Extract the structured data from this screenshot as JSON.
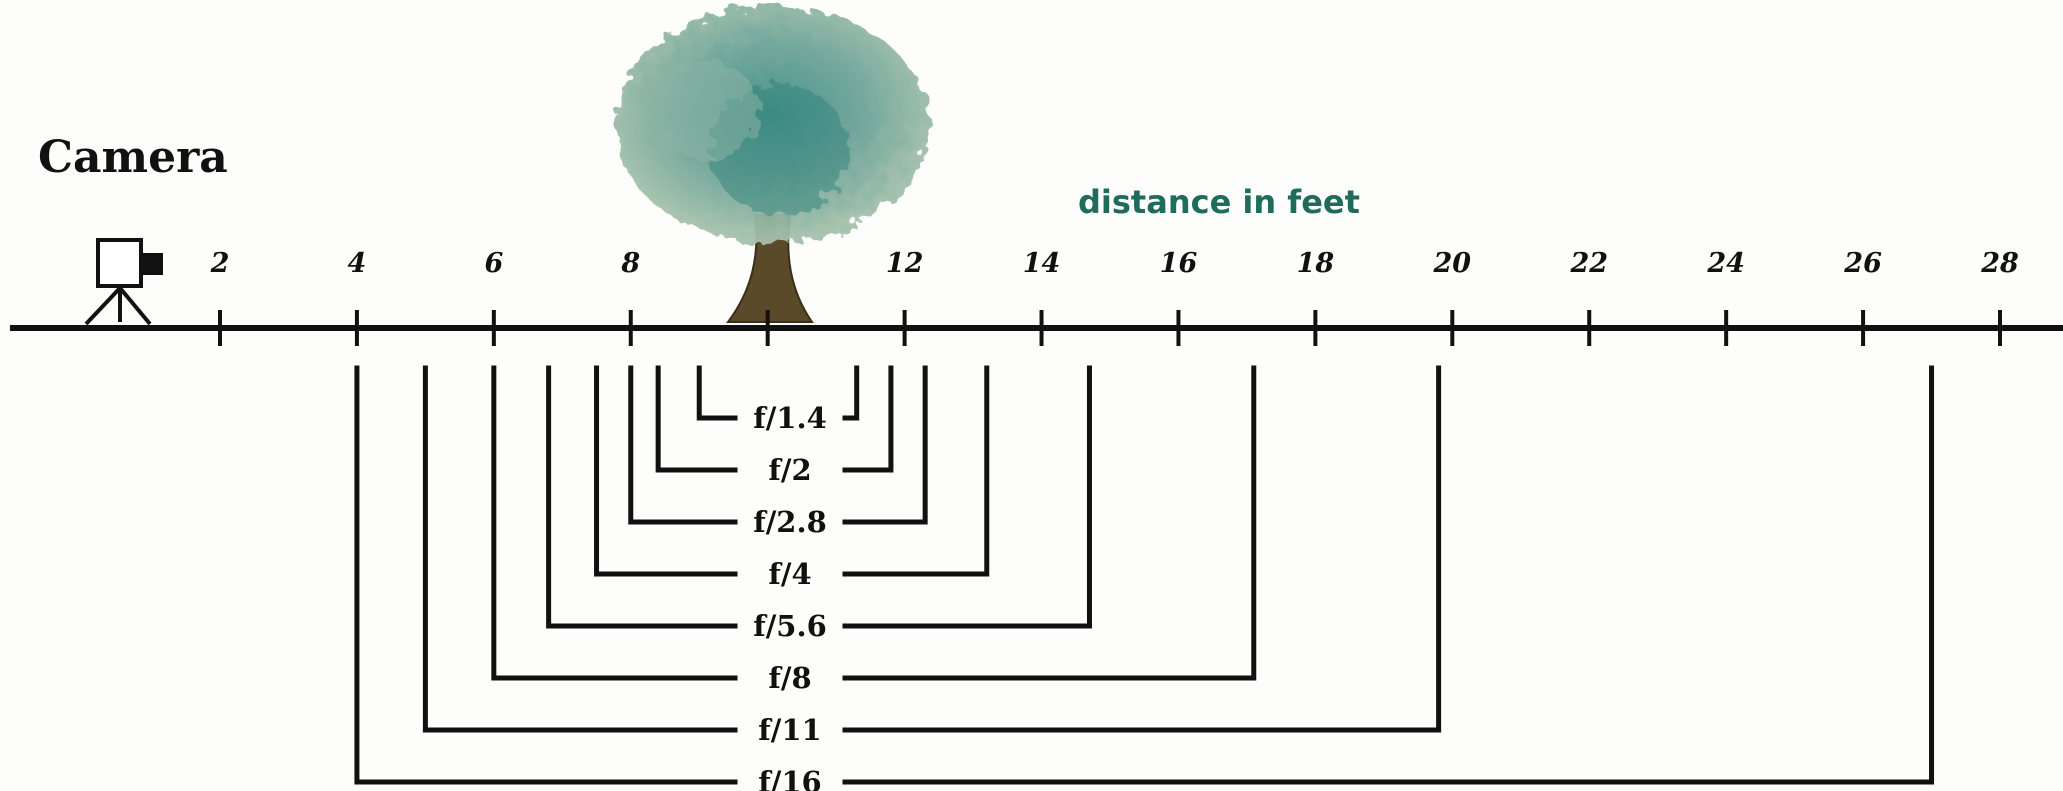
{
  "camera_label": "Camera",
  "axis": {
    "title": "distance in feet",
    "title_color": "#1f6b5c",
    "ticks": [
      2,
      4,
      6,
      8,
      10,
      12,
      14,
      16,
      18,
      20,
      22,
      24,
      26,
      28
    ],
    "tick_labels": [
      "2",
      "4",
      "6",
      "8",
      "",
      "12",
      "14",
      "16",
      "18",
      "20",
      "22",
      "24",
      "26",
      "28"
    ],
    "min_feet": 0,
    "max_feet": 28.9
  },
  "subject": {
    "type": "tree",
    "icon": "tree-icon",
    "distance_feet": 10,
    "foliage_color": "#6fa59a",
    "trunk_color": "#5a4a2a"
  },
  "camera_icon": "camera-on-tripod-icon",
  "depth_of_field": [
    {
      "aperture": "f/1.4",
      "near_feet": 9.0,
      "far_feet": 11.3
    },
    {
      "aperture": "f/2",
      "near_feet": 8.4,
      "far_feet": 11.8
    },
    {
      "aperture": "f/2.8",
      "near_feet": 8.0,
      "far_feet": 12.3
    },
    {
      "aperture": "f/4",
      "near_feet": 7.5,
      "far_feet": 13.2
    },
    {
      "aperture": "f/5.6",
      "near_feet": 6.8,
      "far_feet": 14.7
    },
    {
      "aperture": "f/8",
      "near_feet": 6.0,
      "far_feet": 17.1
    },
    {
      "aperture": "f/11",
      "near_feet": 5.0,
      "far_feet": 19.8
    },
    {
      "aperture": "f/16",
      "near_feet": 4.0,
      "far_feet": 27.0
    }
  ]
}
